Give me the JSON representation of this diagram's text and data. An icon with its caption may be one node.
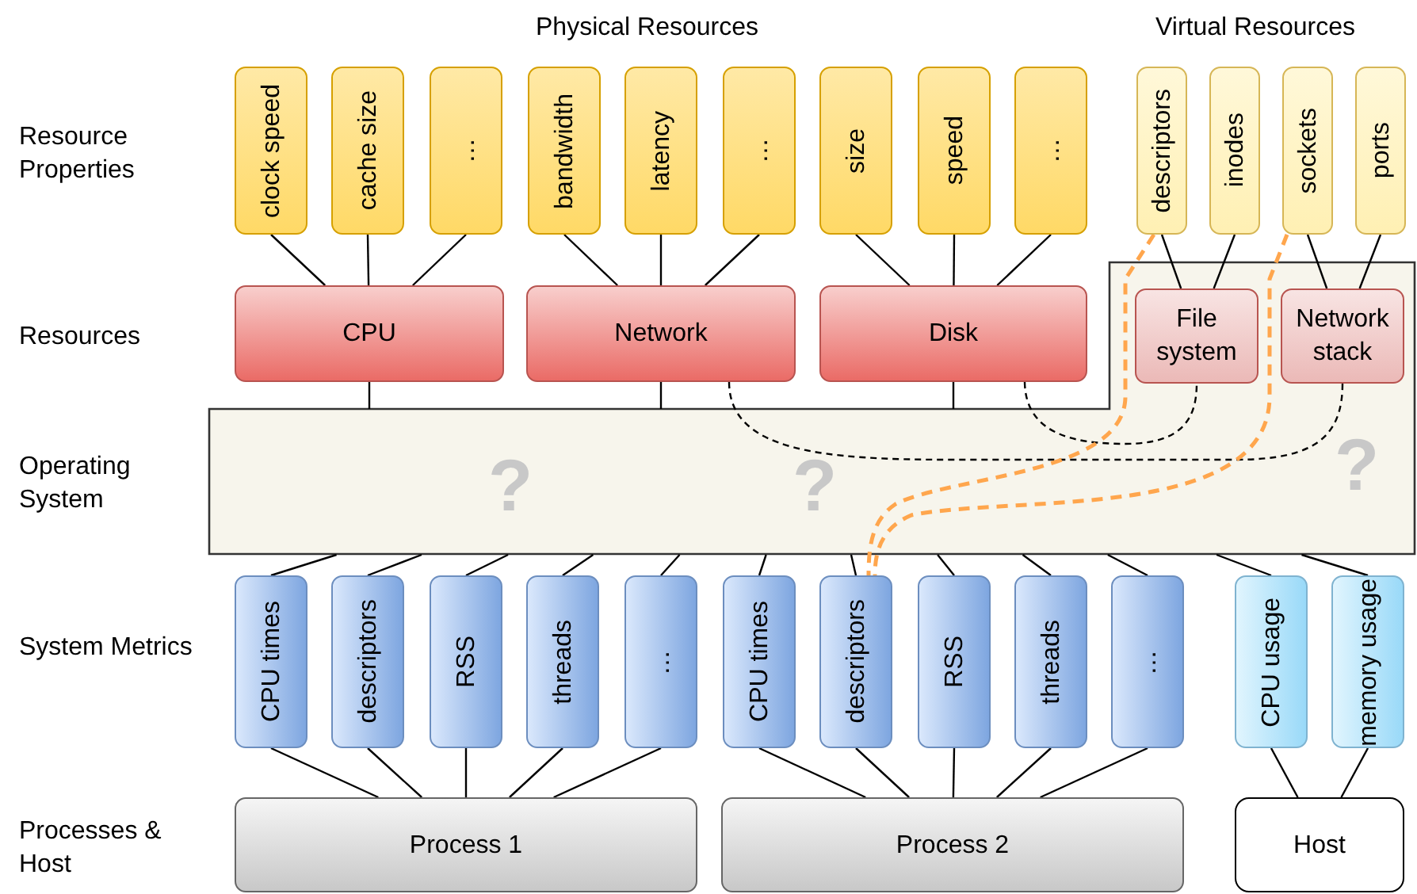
{
  "diagram": {
    "nodes": [
      {
        "text": [
          "clock speed"
        ]
      },
      {
        "text": [
          "cache size"
        ]
      },
      {
        "text": [
          "…"
        ]
      },
      {
        "text": [
          "bandwidth"
        ]
      },
      {
        "text": [
          "latency"
        ]
      },
      {
        "text": [
          "…"
        ]
      },
      {
        "text": [
          "size"
        ]
      },
      {
        "text": [
          "speed"
        ]
      },
      {
        "text": [
          "…"
        ]
      },
      {
        "text": [
          "descriptors"
        ]
      },
      {
        "text": [
          "inodes"
        ]
      },
      {
        "text": [
          "sockets"
        ]
      },
      {
        "text": [
          "ports"
        ]
      },
      {
        "text": [
          "CPU"
        ]
      },
      {
        "text": [
          "Network"
        ]
      },
      {
        "text": [
          "Disk"
        ]
      },
      {
        "text": [
          "?",
          "?",
          "?"
        ]
      },
      {
        "text": [
          "File system"
        ],
        "in": 16
      },
      {
        "text": [
          "Network stack"
        ],
        "in": 16
      },
      {
        "text": [
          "CPU times"
        ]
      },
      {
        "text": [
          "descriptors"
        ]
      },
      {
        "text": [
          "RSS"
        ]
      },
      {
        "text": [
          "threads"
        ]
      },
      {
        "text": [
          "…"
        ]
      },
      {
        "text": [
          "CPU times"
        ]
      },
      {
        "text": [
          "descriptors"
        ]
      },
      {
        "text": [
          "RSS"
        ]
      },
      {
        "text": [
          "threads"
        ]
      },
      {
        "text": [
          "…"
        ]
      },
      {
        "text": [
          "CPU usage"
        ]
      },
      {
        "text": [
          "memory usage"
        ]
      },
      {
        "text": [
          "Process 1"
        ]
      },
      {
        "text": [
          "Process 2"
        ]
      },
      {
        "text": [
          "Host"
        ]
      }
    ],
    "edges": [
      {
        "from": 0,
        "to": 13,
        "arrow": "none"
      },
      {
        "from": 1,
        "to": 13,
        "arrow": "none"
      },
      {
        "from": 2,
        "to": 13,
        "arrow": "none"
      },
      {
        "from": 3,
        "to": 14,
        "arrow": "none"
      },
      {
        "from": 4,
        "to": 14,
        "arrow": "none"
      },
      {
        "from": 5,
        "to": 14,
        "arrow": "none"
      },
      {
        "from": 6,
        "to": 15,
        "arrow": "none"
      },
      {
        "from": 7,
        "to": 15,
        "arrow": "none"
      },
      {
        "from": 8,
        "to": 15,
        "arrow": "none"
      },
      {
        "from": 9,
        "to": 17,
        "arrow": "none"
      },
      {
        "from": 10,
        "to": 17,
        "arrow": "none"
      },
      {
        "from": 11,
        "to": 18,
        "arrow": "none"
      },
      {
        "from": 12,
        "to": 18,
        "arrow": "none"
      },
      {
        "from": 13,
        "to": 16,
        "arrow": "none"
      },
      {
        "from": 14,
        "to": 16,
        "arrow": "none"
      },
      {
        "from": 15,
        "to": 16,
        "arrow": "none"
      },
      {
        "from": 14,
        "to": 18,
        "arrow": "none",
        "style": "dashed"
      },
      {
        "from": 15,
        "to": 17,
        "arrow": "none",
        "style": "dashed"
      },
      {
        "from": 9,
        "to": 25,
        "arrow": "none",
        "style": "dashed",
        "color": "#ffa64d"
      },
      {
        "from": 11,
        "to": 25,
        "arrow": "none",
        "style": "dashed",
        "color": "#ffa64d"
      },
      {
        "from": 16,
        "to": 19,
        "arrow": "none"
      },
      {
        "from": 16,
        "to": 20,
        "arrow": "none"
      },
      {
        "from": 16,
        "to": 21,
        "arrow": "none"
      },
      {
        "from": 16,
        "to": 22,
        "arrow": "none"
      },
      {
        "from": 16,
        "to": 23,
        "arrow": "none"
      },
      {
        "from": 16,
        "to": 24,
        "arrow": "none"
      },
      {
        "from": 16,
        "to": 25,
        "arrow": "none"
      },
      {
        "from": 16,
        "to": 26,
        "arrow": "none"
      },
      {
        "from": 16,
        "to": 27,
        "arrow": "none"
      },
      {
        "from": 16,
        "to": 28,
        "arrow": "none"
      },
      {
        "from": 16,
        "to": 29,
        "arrow": "none"
      },
      {
        "from": 16,
        "to": 30,
        "arrow": "none"
      },
      {
        "from": 19,
        "to": 31,
        "arrow": "none"
      },
      {
        "from": 20,
        "to": 31,
        "arrow": "none"
      },
      {
        "from": 21,
        "to": 31,
        "arrow": "none"
      },
      {
        "from": 22,
        "to": 31,
        "arrow": "none"
      },
      {
        "from": 23,
        "to": 31,
        "arrow": "none"
      },
      {
        "from": 24,
        "to": 32,
        "arrow": "none"
      },
      {
        "from": 25,
        "to": 32,
        "arrow": "none"
      },
      {
        "from": 26,
        "to": 32,
        "arrow": "none"
      },
      {
        "from": 27,
        "to": 32,
        "arrow": "none"
      },
      {
        "from": 28,
        "to": 32,
        "arrow": "none"
      },
      {
        "from": 29,
        "to": 33,
        "arrow": "none"
      },
      {
        "from": 30,
        "to": 33,
        "arrow": "none"
      }
    ],
    "labels": [
      "Physical Resources",
      "Virtual Resources",
      "Resource Properties",
      "Resources",
      "Operating System",
      "System Metrics",
      "Processes & Host"
    ]
  }
}
